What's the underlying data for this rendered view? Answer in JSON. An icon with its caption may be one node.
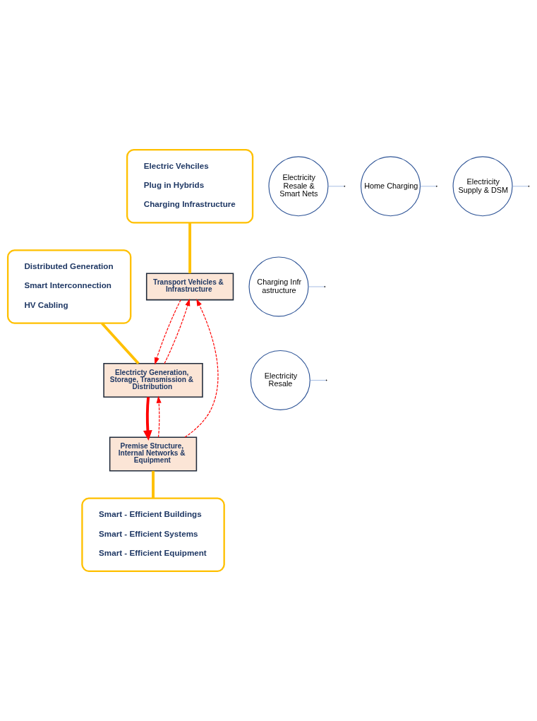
{
  "diagram": {
    "nodes": [
      {
        "text": [
          "Electric Vehciles",
          "Plug in Hybrids",
          "Charging Infrastructure"
        ]
      },
      {
        "text": [
          "Distributed Generation",
          "Smart Interconnection",
          "HV Cabling"
        ]
      },
      {
        "text": [
          "Transport Vehicles & Infrastructure"
        ]
      },
      {
        "text": [
          "Charging Infrastructure"
        ]
      },
      {
        "text": [
          "Electricity Resale"
        ]
      },
      {
        "text": [
          "Electricty Generation, Storage, Transmission & Distribution"
        ]
      },
      {
        "text": [
          "Electricity Resale & Smart Nets"
        ]
      },
      {
        "text": [
          "Home Charging"
        ]
      },
      {
        "text": [
          "Electricity Supply & DSM"
        ]
      },
      {
        "text": [
          "Premise Structure, Internal Networks & Equipment"
        ]
      },
      {
        "text": [
          "Smart - Efficient Buildings",
          "Smart - Efficient Systems",
          "Smart - Efficient Equipment"
        ]
      }
    ],
    "edges": [
      {
        "from": 0,
        "to": 2,
        "arrow": "none",
        "style": "thick",
        "color": "#ffc000"
      },
      {
        "from": 1,
        "to": 5,
        "arrow": "none",
        "style": "thick",
        "color": "#ffc000"
      },
      {
        "from": 5,
        "to": 2,
        "arrow": "to",
        "style": "dashed",
        "color": "#ff0000"
      },
      {
        "from": 2,
        "to": 5,
        "arrow": "to",
        "style": "dashed",
        "color": "#ff0000"
      },
      {
        "from": 5,
        "to": 9,
        "arrow": "to",
        "style": "thick",
        "color": "#ff0000"
      },
      {
        "from": 9,
        "to": 5,
        "arrow": "to",
        "style": "dashed",
        "color": "#ff0000"
      },
      {
        "from": 9,
        "to": 2,
        "arrow": "to",
        "style": "dashed",
        "color": "#ff0000"
      },
      {
        "from": 9,
        "to": 10,
        "arrow": "none",
        "style": "thick",
        "color": "#ffc000"
      },
      {
        "from": 3,
        "to": null,
        "arrow": "none",
        "color": "#8eaadb"
      },
      {
        "from": 4,
        "to": null,
        "arrow": "none",
        "color": "#8eaadb"
      },
      {
        "from": 6,
        "to": null,
        "arrow": "none",
        "color": "#8eaadb"
      },
      {
        "from": 8,
        "to": null,
        "arrow": "none",
        "color": "#8eaadb"
      },
      {
        "from": 7,
        "to": null,
        "arrow": "none",
        "color": "#8eaadb"
      }
    ]
  }
}
